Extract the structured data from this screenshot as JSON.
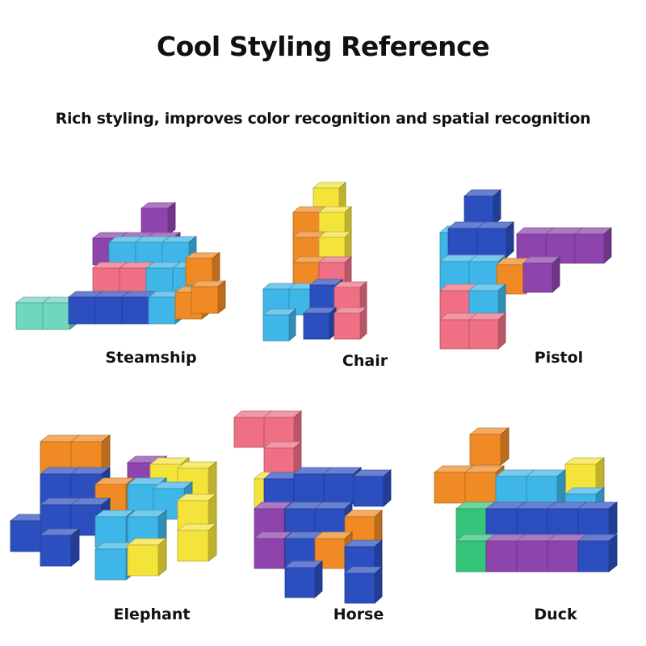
{
  "header": {
    "title": "Cool Styling Reference",
    "subtitle": "Rich styling, improves color recognition and spatial recognition"
  },
  "colors": {
    "purple": "#8e44ad",
    "blue": "#2c4fbf",
    "sky": "#3fb6e8",
    "pink": "#ef6f84",
    "orange": "#f08a24",
    "yellow": "#f4e43a",
    "mint": "#6fd6c0",
    "green": "#34c47a"
  },
  "models": [
    {
      "id": "steamship",
      "label": "Steamship",
      "icon": "steamship-cube-model"
    },
    {
      "id": "chair",
      "label": "Chair",
      "icon": "chair-cube-model"
    },
    {
      "id": "pistol",
      "label": "Pistol",
      "icon": "pistol-cube-model"
    },
    {
      "id": "elephant",
      "label": "Elephant",
      "icon": "elephant-cube-model"
    },
    {
      "id": "horse",
      "label": "Horse",
      "icon": "horse-cube-model"
    },
    {
      "id": "duck",
      "label": "Duck",
      "icon": "duck-cube-model"
    }
  ]
}
